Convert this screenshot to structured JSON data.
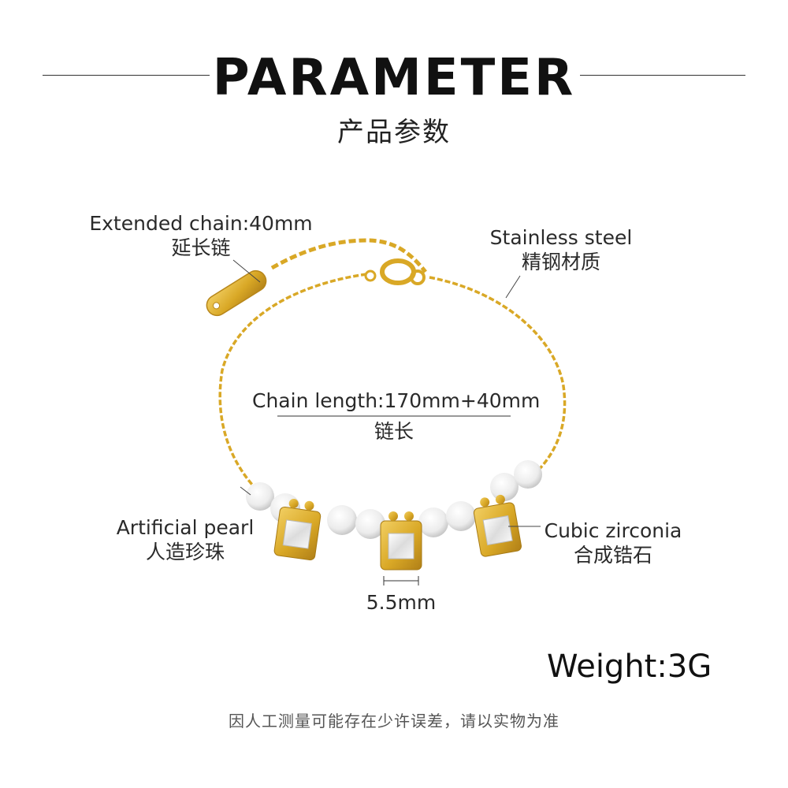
{
  "header": {
    "title": "PARAMETER",
    "subtitle": "产品参数"
  },
  "labels": {
    "extended_chain": {
      "en": "Extended chain:40mm",
      "cn": "延长链"
    },
    "stainless_steel": {
      "en": "Stainless steel",
      "cn": "精钢材质"
    },
    "chain_length": {
      "en": "Chain length:170mm+40mm",
      "cn": "链长"
    },
    "artificial_pearl": {
      "en": "Artificial pearl",
      "cn": "人造珍珠"
    },
    "cubic_zirconia": {
      "en": "Cubic zirconia",
      "cn": "合成锆石"
    },
    "pendant_size": "5.5mm"
  },
  "weight": "Weight:3G",
  "footer_note": "因人工测量可能存在少许误差，请以实物为准",
  "colors": {
    "gold": "#d9a826",
    "gold_dark": "#b7861a",
    "pearl": "#eeeeee",
    "stone": "#f3f3f3"
  }
}
